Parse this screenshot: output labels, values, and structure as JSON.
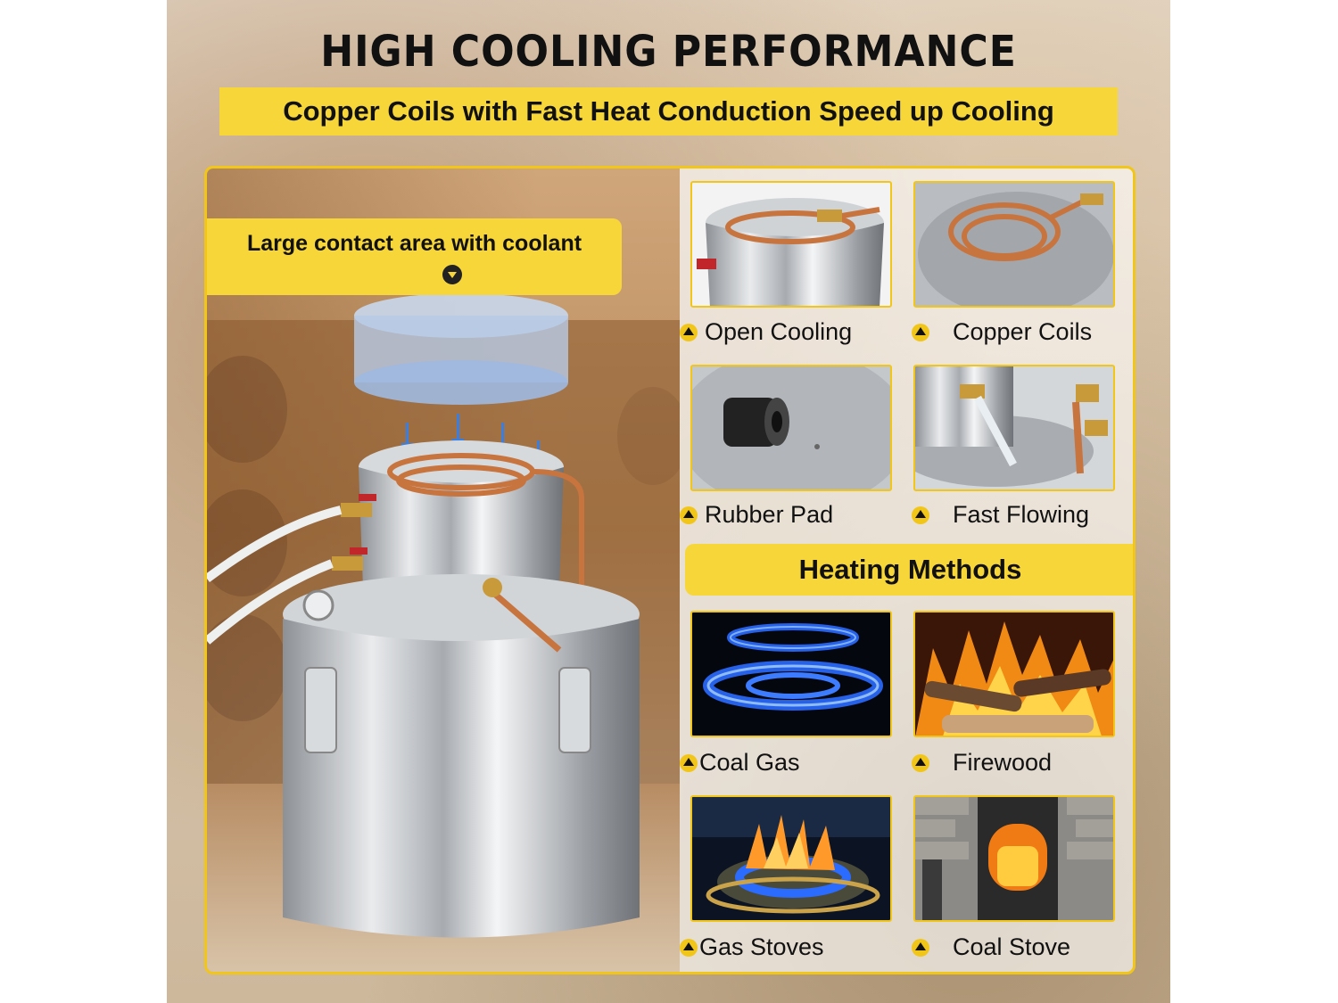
{
  "header": {
    "title": "HIGH COOLING PERFORMANCE",
    "subtitle": "Copper Coils with Fast Heat Conduction Speed up Cooling"
  },
  "left_panel": {
    "label": "Large contact area with coolant"
  },
  "features": [
    {
      "label": "Open Cooling",
      "icon": "open-cooling-photo"
    },
    {
      "label": "Copper Coils",
      "icon": "copper-coils-photo"
    },
    {
      "label": "Rubber Pad",
      "icon": "rubber-pad-photo"
    },
    {
      "label": "Fast Flowing",
      "icon": "fast-flowing-photo"
    }
  ],
  "heating": {
    "title": "Heating Methods",
    "methods": [
      {
        "label": "Coal Gas",
        "icon": "coal-gas-flame-photo"
      },
      {
        "label": "Firewood",
        "icon": "firewood-fire-photo"
      },
      {
        "label": "Gas Stoves",
        "icon": "gas-stove-photo"
      },
      {
        "label": "Coal Stove",
        "icon": "coal-stove-photo"
      }
    ]
  },
  "colors": {
    "accent_yellow": "#f7d63a",
    "border_yellow": "#f2c619",
    "copper": "#c8743f",
    "steel": "#c9cccf",
    "flame_blue": "#2b6cff"
  }
}
